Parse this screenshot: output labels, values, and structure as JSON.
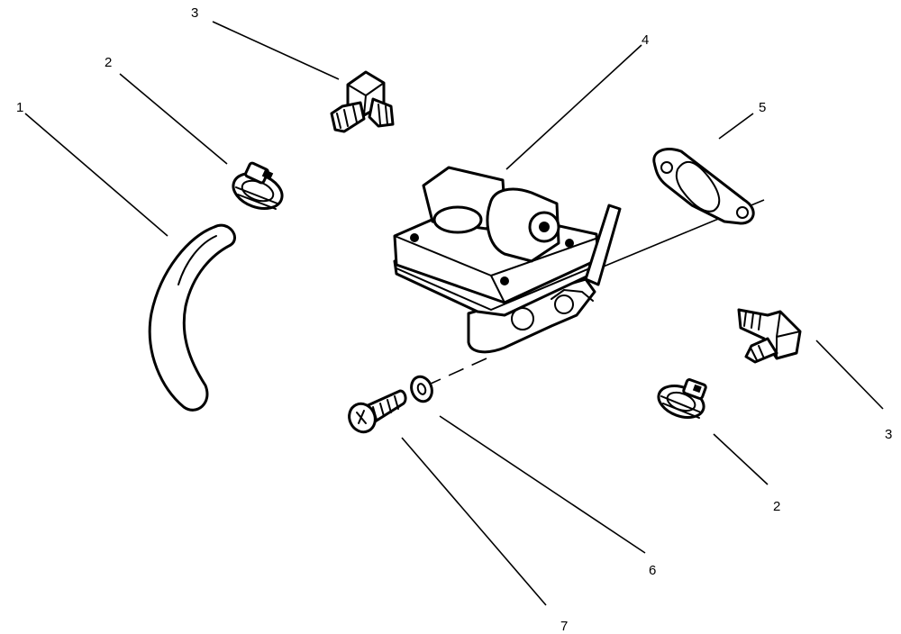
{
  "callouts": {
    "hose": "1",
    "clamp_top": "2",
    "clamp_bottom": "2",
    "fitting_top": "3",
    "fitting_right": "3",
    "fuel_pump": "4",
    "gasket": "5",
    "washer": "6",
    "screw": "7"
  }
}
